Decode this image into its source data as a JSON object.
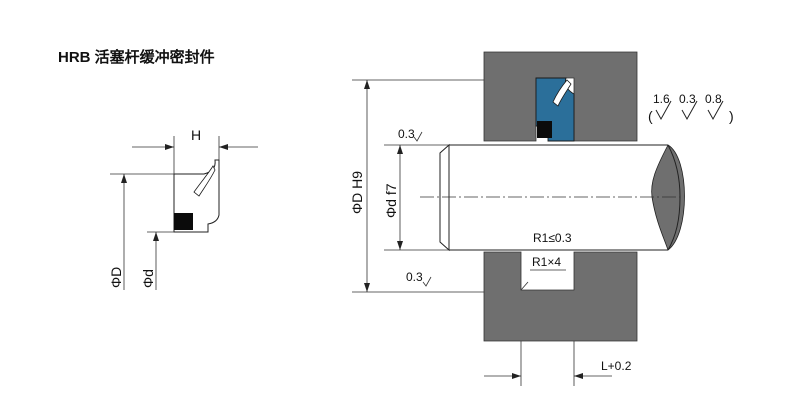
{
  "title": "HRB 活塞杆缓冲密封件",
  "left_view": {
    "dim_width": "H",
    "dim_outer": "ΦD",
    "dim_inner": "Φd"
  },
  "right_view": {
    "dim_bore": "ΦD H9",
    "dim_rod": "Φd f7",
    "chamfer_top": "0.3",
    "chamfer_bottom": "0.3",
    "rod_radius": "R1≤0.3",
    "groove_radius": "R1×4",
    "groove_length": "L+0.2",
    "roughness": [
      "1.6",
      "0.3",
      "0.8"
    ],
    "roughness_open": "(",
    "roughness_close": ")"
  },
  "colors": {
    "housing": "#6f6f6f",
    "seal": "#2b6f9a",
    "backup_ring": "#0b0b0b"
  }
}
